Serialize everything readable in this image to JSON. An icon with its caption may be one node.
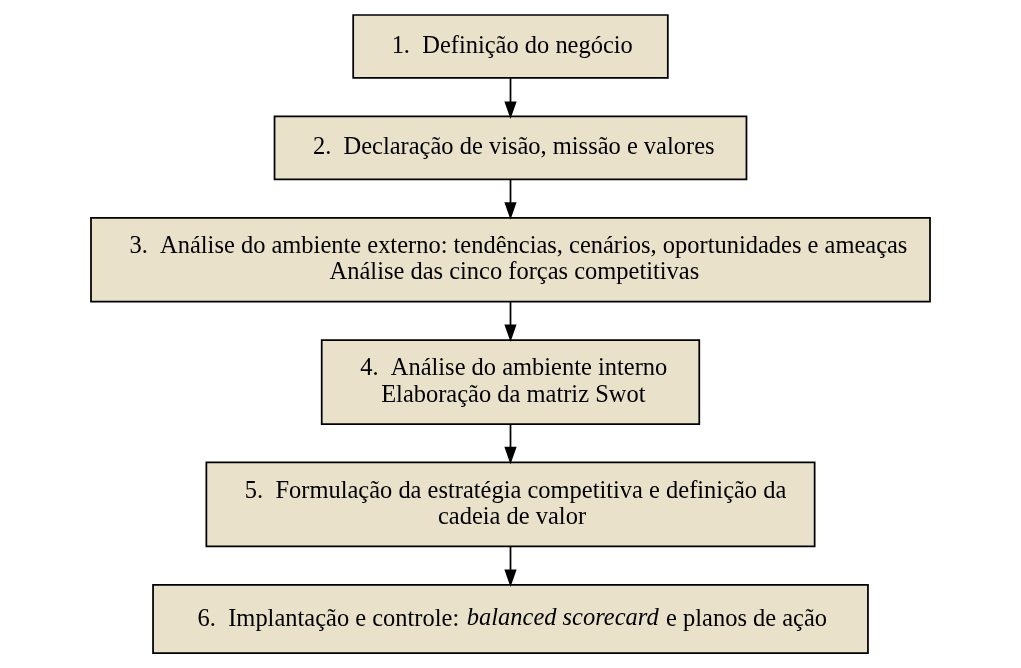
{
  "diagram": {
    "nodes": [
      {
        "text": [
          "1.  Definição do negócio"
        ]
      },
      {
        "text": [
          "2.  Declaração de visão, missão e valores"
        ]
      },
      {
        "text": [
          "3.  Análise do ambiente externo: tendências, cenários, oportunidades e ameaças",
          "Análise das cinco forças competitivas"
        ]
      },
      {
        "text": [
          "4.  Análise do ambiente interno",
          "Elaboração da matriz Swot"
        ]
      },
      {
        "text": [
          "5.  Formulação da estratégia competitiva e definição da cadeia de valor"
        ]
      },
      {
        "text": [
          "6.  Implantação e controle: *balanced scorecard* e planos de ação"
        ]
      }
    ],
    "edges": [
      {
        "from": 0,
        "to": 1,
        "arrow": "to"
      },
      {
        "from": 1,
        "to": 2,
        "arrow": "to"
      },
      {
        "from": 2,
        "to": 3,
        "arrow": "to"
      },
      {
        "from": 3,
        "to": 4,
        "arrow": "to"
      },
      {
        "from": 4,
        "to": 5,
        "arrow": "to"
      }
    ]
  }
}
